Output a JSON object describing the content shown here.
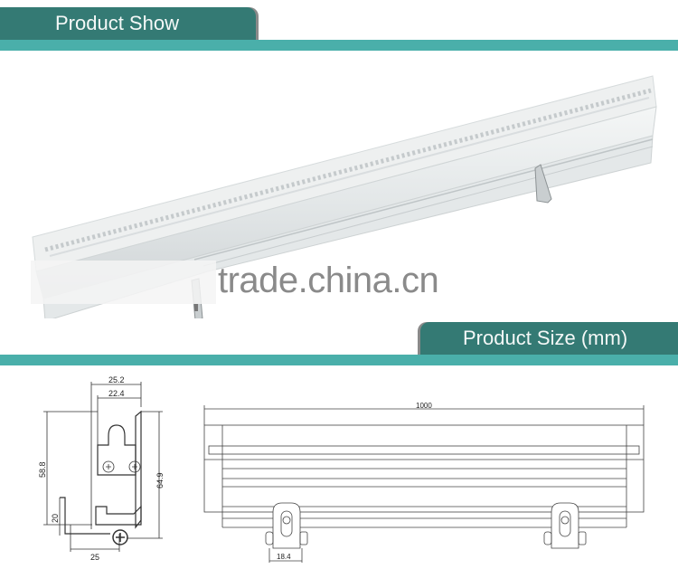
{
  "sections": {
    "product_show": {
      "label": "Product Show"
    },
    "product_size": {
      "label": "Product Size (mm)"
    }
  },
  "watermark": "trade.china.cn",
  "colors": {
    "tab": "#347a74",
    "stripe": "#4aafaa",
    "shadow": "#8a8a8a"
  },
  "side_view": {
    "dims": {
      "top_outer": "25.2",
      "top_inner": "22.4",
      "left_height": "58.8",
      "right_height": "64.9",
      "bracket_height": "20",
      "bracket_width": "25"
    }
  },
  "front_view": {
    "dims": {
      "length": "1000",
      "bracket_width": "18.4"
    }
  }
}
